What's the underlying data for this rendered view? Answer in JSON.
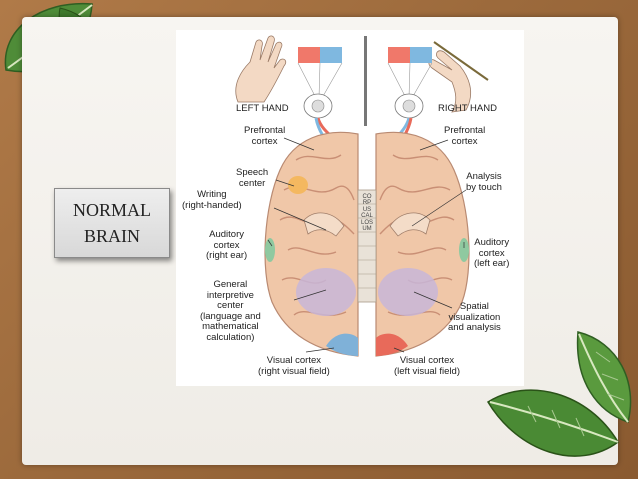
{
  "slide": {
    "title_line1": "NORMAL",
    "title_line2": "BRAIN"
  },
  "diagram": {
    "left_hand": "LEFT HAND",
    "right_hand": "RIGHT HAND",
    "left_labels": {
      "prefrontal_1": "Prefrontal",
      "prefrontal_2": "cortex",
      "speech_1": "Speech",
      "speech_2": "center",
      "writing_1": "Writing",
      "writing_2": "(right-handed)",
      "auditory_1": "Auditory",
      "auditory_2": "cortex",
      "auditory_3": "(right ear)",
      "general_1": "General",
      "general_2": "interpretive",
      "general_3": "center",
      "general_4": "(language and",
      "general_5": "mathematical",
      "general_6": "calculation)",
      "visual_1": "Visual cortex",
      "visual_2": "(right visual field)"
    },
    "right_labels": {
      "prefrontal_1": "Prefrontal",
      "prefrontal_2": "cortex",
      "analysis_1": "Analysis",
      "analysis_2": "by touch",
      "auditory_1": "Auditory",
      "auditory_2": "cortex",
      "auditory_3": "(left ear)",
      "spatial_1": "Spatial",
      "spatial_2": "visualization",
      "spatial_3": "and analysis",
      "visual_1": "Visual cortex",
      "visual_2": "(left visual field)"
    },
    "corpus_callosum": "CORPUS CALLOSUM"
  },
  "colors": {
    "brain": "#f0c7a8",
    "brain_fold": "#c98f75",
    "speech_area": "#f4b860",
    "auditory_area": "#8fc9a0",
    "interpretive_area": "#c8b6d8",
    "visual_left": "#7fb1d8",
    "visual_right": "#e86a5a",
    "leaf_green": "#4d8a3a"
  }
}
